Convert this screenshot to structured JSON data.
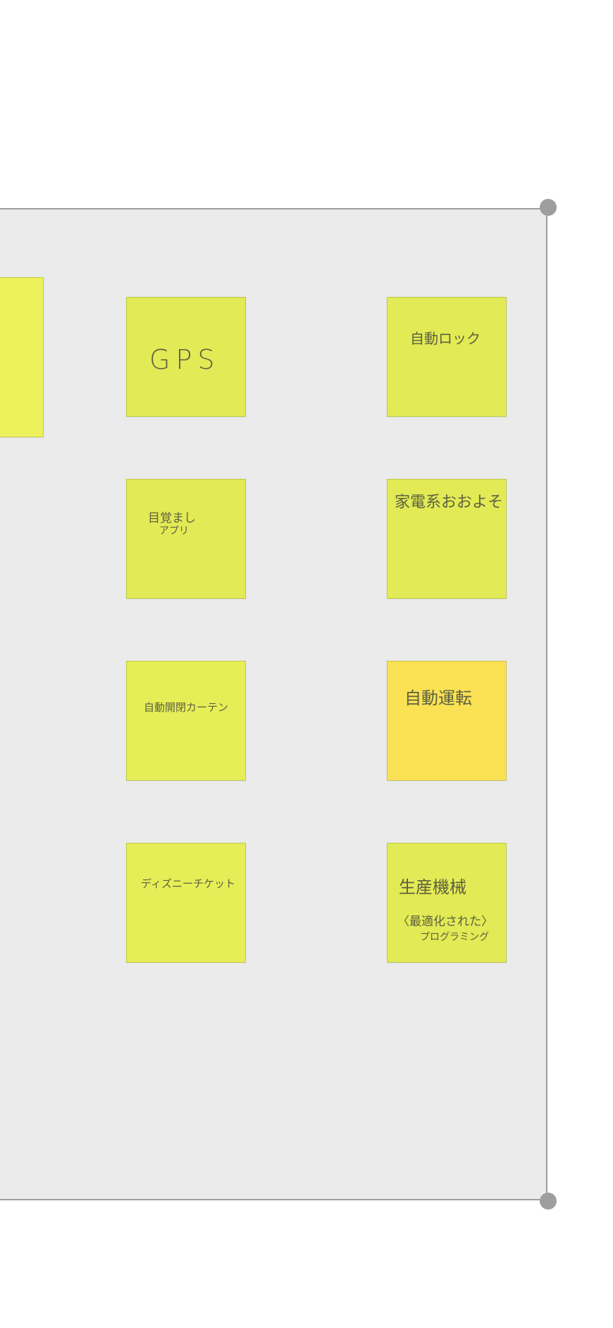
{
  "board": {
    "notes": [
      {
        "id": "partial",
        "text": "",
        "sub": ""
      },
      {
        "id": "gps",
        "text": "GPS",
        "sub": ""
      },
      {
        "id": "auto-lock",
        "text": "自動ロック",
        "sub": ""
      },
      {
        "id": "alarm-app",
        "text": "目覚まし",
        "sub": "アプリ"
      },
      {
        "id": "appliances",
        "text": "家電系おおよそ",
        "sub": ""
      },
      {
        "id": "auto-curtain",
        "text": "自動開閉カーテン",
        "sub": ""
      },
      {
        "id": "auto-driving",
        "text": "自動運転",
        "sub": ""
      },
      {
        "id": "disney-ticket",
        "text": "ディズニーチケット",
        "sub": ""
      },
      {
        "id": "production-machine",
        "text": "生産機械",
        "sub": "〈最適化された〉",
        "sub2": "プログラミング"
      }
    ]
  },
  "colors": {
    "frame_bg": "#ebebeb",
    "frame_border": "#9e9e9e",
    "note_lime": "#e2ea55",
    "note_yellow": "#fbe154"
  }
}
